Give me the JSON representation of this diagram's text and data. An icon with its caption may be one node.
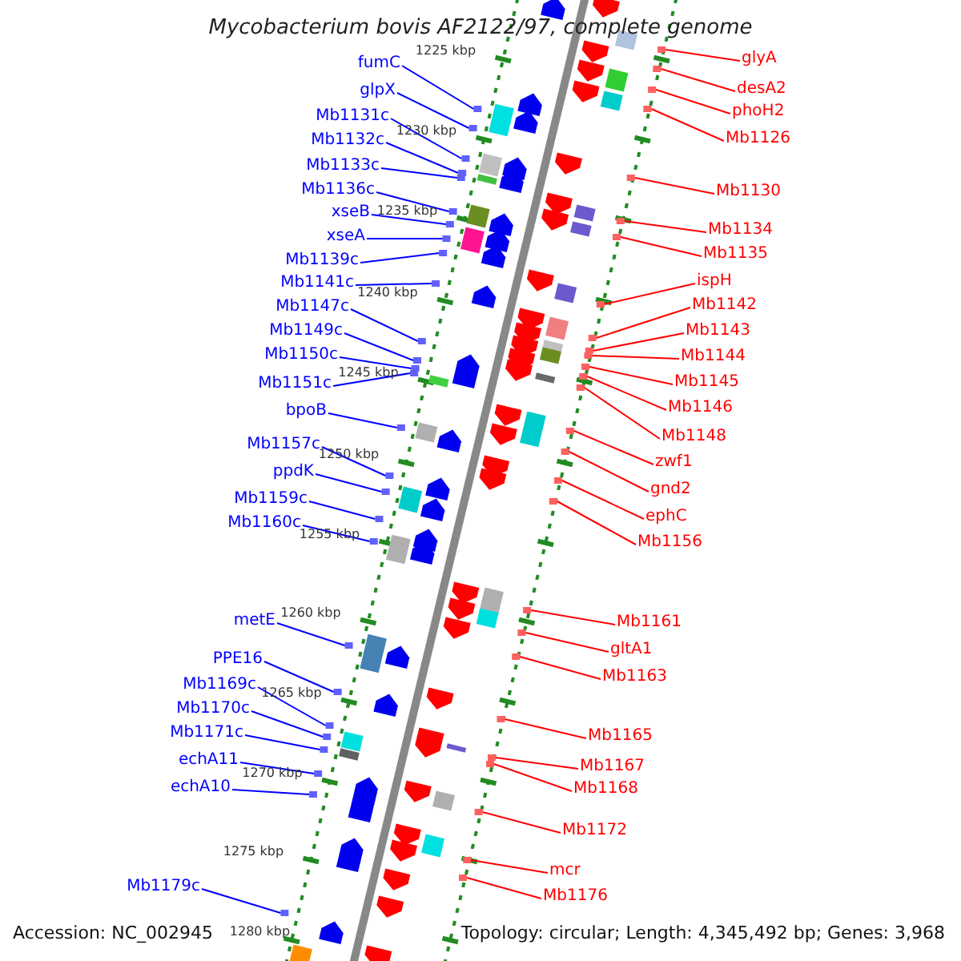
{
  "diagram": {
    "title": "Mycobacterium bovis AF2122/97, complete genome",
    "nodes": [
      {
        "text": [
          "fumC"
        ]
      },
      {
        "text": [
          "glpX"
        ]
      },
      {
        "text": [
          "Mb1131c"
        ]
      },
      {
        "text": [
          "Mb1132c"
        ]
      },
      {
        "text": [
          "Mb1133c"
        ]
      },
      {
        "text": [
          "Mb1136c"
        ]
      },
      {
        "text": [
          "xseB"
        ]
      },
      {
        "text": [
          "xseA"
        ]
      },
      {
        "text": [
          "Mb1139c"
        ]
      },
      {
        "text": [
          "Mb1141c"
        ]
      },
      {
        "text": [
          "Mb1147c"
        ]
      },
      {
        "text": [
          "Mb1149c"
        ]
      },
      {
        "text": [
          "Mb1150c"
        ]
      },
      {
        "text": [
          "Mb1151c"
        ]
      },
      {
        "text": [
          "bpoB"
        ]
      },
      {
        "text": [
          "Mb1157c"
        ]
      },
      {
        "text": [
          "ppdK"
        ]
      },
      {
        "text": [
          "Mb1159c"
        ]
      },
      {
        "text": [
          "Mb1160c"
        ]
      },
      {
        "text": [
          "metE"
        ]
      },
      {
        "text": [
          "PPE16"
        ]
      },
      {
        "text": [
          "Mb1169c"
        ]
      },
      {
        "text": [
          "Mb1170c"
        ]
      },
      {
        "text": [
          "Mb1171c"
        ]
      },
      {
        "text": [
          "echA11"
        ]
      },
      {
        "text": [
          "echA10"
        ]
      },
      {
        "text": [
          "Mb1179c"
        ]
      },
      {
        "text": [
          "glyA"
        ]
      },
      {
        "text": [
          "desA2"
        ]
      },
      {
        "text": [
          "phoH2"
        ]
      },
      {
        "text": [
          "Mb1126"
        ]
      },
      {
        "text": [
          "Mb1130"
        ]
      },
      {
        "text": [
          "Mb1134"
        ]
      },
      {
        "text": [
          "Mb1135"
        ]
      },
      {
        "text": [
          "ispH"
        ]
      },
      {
        "text": [
          "Mb1142"
        ]
      },
      {
        "text": [
          "Mb1143"
        ]
      },
      {
        "text": [
          "Mb1144"
        ]
      },
      {
        "text": [
          "Mb1145"
        ]
      },
      {
        "text": [
          "Mb1146"
        ]
      },
      {
        "text": [
          "Mb1148"
        ]
      },
      {
        "text": [
          "zwf1"
        ]
      },
      {
        "text": [
          "gnd2"
        ]
      },
      {
        "text": [
          "ephC"
        ]
      },
      {
        "text": [
          "Mb1156"
        ]
      },
      {
        "text": [
          "Mb1161"
        ]
      },
      {
        "text": [
          "gltA1"
        ]
      },
      {
        "text": [
          "Mb1163"
        ]
      },
      {
        "text": [
          "Mb1165"
        ]
      },
      {
        "text": [
          "Mb1167"
        ]
      },
      {
        "text": [
          "Mb1168"
        ]
      },
      {
        "text": [
          "Mb1172"
        ]
      },
      {
        "text": [
          "mcr"
        ]
      },
      {
        "text": [
          "Mb1176"
        ]
      },
      {
        "text": [],
        "shape": "bar"
      },
      {
        "text": [],
        "shape": "bar"
      },
      {
        "text": [],
        "shape": "bar"
      },
      {
        "text": [],
        "shape": "bar"
      },
      {
        "text": [],
        "shape": "bar"
      },
      {
        "text": [],
        "shape": "bar"
      },
      {
        "text": [],
        "shape": "bar"
      },
      {
        "text": [],
        "shape": "bar"
      },
      {
        "text": [],
        "shape": "bar"
      },
      {
        "text": [],
        "shape": "bar"
      },
      {
        "text": [],
        "shape": "bar"
      },
      {
        "text": [],
        "shape": "bar"
      },
      {
        "text": [],
        "shape": "bar"
      },
      {
        "text": [],
        "shape": "bar"
      },
      {
        "text": [],
        "shape": "bar"
      },
      {
        "text": [],
        "shape": "bar"
      },
      {
        "text": [],
        "shape": "bar"
      },
      {
        "text": [],
        "shape": "bar"
      },
      {
        "text": [],
        "shape": "bar"
      },
      {
        "text": [],
        "shape": "bar"
      },
      {
        "text": [],
        "shape": "bar"
      },
      {
        "text": [],
        "shape": "bar"
      },
      {
        "text": [],
        "shape": "bar"
      },
      {
        "text": [],
        "shape": "bar"
      },
      {
        "text": [],
        "shape": "bar"
      },
      {
        "text": [],
        "shape": "bar"
      },
      {
        "text": [],
        "shape": "bar"
      },
      {
        "text": [],
        "shape": "bar"
      },
      {
        "text": [],
        "shape": "bar"
      },
      {
        "text": [],
        "shape": "bar"
      },
      {
        "text": [],
        "shape": "bar"
      },
      {
        "text": [],
        "shape": "bar"
      },
      {
        "text": [],
        "shape": "bar"
      },
      {
        "text": [],
        "shape": "bar"
      },
      {
        "text": [],
        "shape": "bar"
      },
      {
        "text": [],
        "shape": "bar"
      },
      {
        "text": [],
        "shape": "bar"
      },
      {
        "text": [],
        "shape": "bar"
      },
      {
        "text": [],
        "shape": "bar"
      },
      {
        "text": [],
        "shape": "bar"
      },
      {
        "text": [],
        "shape": "bar"
      },
      {
        "text": [],
        "shape": "bar"
      },
      {
        "text": [],
        "shape": "bar"
      },
      {
        "text": [],
        "shape": "bar"
      },
      {
        "text": [],
        "shape": "bar"
      },
      {
        "text": [],
        "shape": "bar"
      },
      {
        "text": [],
        "shape": "bar"
      },
      {
        "text": [],
        "shape": "bar"
      },
      {
        "text": [],
        "shape": "bar"
      },
      {
        "text": [],
        "shape": "bar"
      },
      {
        "text": [],
        "shape": "bar"
      },
      {
        "text": [],
        "shape": "bar"
      },
      {
        "text": [],
        "shape": "bar"
      },
      {
        "text": [],
        "shape": "bar"
      }
    ],
    "edges": [
      {
        "from": 0,
        "to": 54,
        "arrow": "none"
      },
      {
        "from": 1,
        "to": 55,
        "arrow": "none"
      },
      {
        "from": 2,
        "to": 56,
        "arrow": "none"
      },
      {
        "from": 3,
        "to": 57,
        "arrow": "none"
      },
      {
        "from": 4,
        "to": 58,
        "arrow": "none"
      },
      {
        "from": 5,
        "to": 59,
        "arrow": "none"
      },
      {
        "from": 6,
        "to": 60,
        "arrow": "none"
      },
      {
        "from": 7,
        "to": 61,
        "arrow": "none"
      },
      {
        "from": 8,
        "to": 62,
        "arrow": "none"
      },
      {
        "from": 9,
        "to": 63,
        "arrow": "none"
      },
      {
        "from": 10,
        "to": 64,
        "arrow": "none"
      },
      {
        "from": 11,
        "to": 65,
        "arrow": "none"
      },
      {
        "from": 12,
        "to": 66,
        "arrow": "none"
      },
      {
        "from": 13,
        "to": 67,
        "arrow": "none"
      },
      {
        "from": 14,
        "to": 68,
        "arrow": "none"
      },
      {
        "from": 15,
        "to": 69,
        "arrow": "none"
      },
      {
        "from": 16,
        "to": 70,
        "arrow": "none"
      },
      {
        "from": 17,
        "to": 71,
        "arrow": "none"
      },
      {
        "from": 18,
        "to": 72,
        "arrow": "none"
      },
      {
        "from": 19,
        "to": 73,
        "arrow": "none"
      },
      {
        "from": 20,
        "to": 74,
        "arrow": "none"
      },
      {
        "from": 21,
        "to": 75,
        "arrow": "none"
      },
      {
        "from": 22,
        "to": 76,
        "arrow": "none"
      },
      {
        "from": 23,
        "to": 77,
        "arrow": "none"
      },
      {
        "from": 24,
        "to": 78,
        "arrow": "none"
      },
      {
        "from": 25,
        "to": 79,
        "arrow": "none"
      },
      {
        "from": 26,
        "to": 80,
        "arrow": "none"
      },
      {
        "from": 27,
        "to": 81,
        "arrow": "none",
        "color": "#ff0000"
      },
      {
        "from": 28,
        "to": 82,
        "arrow": "none",
        "color": "#ff0000"
      },
      {
        "from": 29,
        "to": 83,
        "arrow": "none",
        "color": "#ff0000"
      },
      {
        "from": 30,
        "to": 84,
        "arrow": "none",
        "color": "#ff0000"
      },
      {
        "from": 31,
        "to": 85,
        "arrow": "none",
        "color": "#ff0000"
      },
      {
        "from": 32,
        "to": 86,
        "arrow": "none",
        "color": "#ff0000"
      },
      {
        "from": 33,
        "to": 87,
        "arrow": "none",
        "color": "#ff0000"
      },
      {
        "from": 34,
        "to": 88,
        "arrow": "none",
        "color": "#ff0000"
      },
      {
        "from": 35,
        "to": 89,
        "arrow": "none",
        "color": "#ff0000"
      },
      {
        "from": 36,
        "to": 90,
        "arrow": "none",
        "color": "#ff0000"
      },
      {
        "from": 37,
        "to": 91,
        "arrow": "none",
        "color": "#ff0000"
      },
      {
        "from": 38,
        "to": 92,
        "arrow": "none",
        "color": "#ff0000"
      },
      {
        "from": 39,
        "to": 93,
        "arrow": "none",
        "color": "#ff0000"
      },
      {
        "from": 40,
        "to": 94,
        "arrow": "none",
        "color": "#ff0000"
      },
      {
        "from": 41,
        "to": 95,
        "arrow": "none",
        "color": "#ff0000"
      },
      {
        "from": 42,
        "to": 96,
        "arrow": "none",
        "color": "#ff0000"
      },
      {
        "from": 43,
        "to": 97,
        "arrow": "none",
        "color": "#ff0000"
      },
      {
        "from": 44,
        "to": 98,
        "arrow": "none",
        "color": "#ff0000"
      },
      {
        "from": 45,
        "to": 99,
        "arrow": "none",
        "color": "#ff0000"
      },
      {
        "from": 46,
        "to": 100,
        "arrow": "none",
        "color": "#ff0000"
      },
      {
        "from": 47,
        "to": 101,
        "arrow": "none",
        "color": "#ff0000"
      },
      {
        "from": 48,
        "to": 102,
        "arrow": "none",
        "color": "#ff0000"
      },
      {
        "from": 49,
        "to": 103,
        "arrow": "none",
        "color": "#ff0000"
      },
      {
        "from": 50,
        "to": 104,
        "arrow": "none",
        "color": "#ff0000"
      },
      {
        "from": 51,
        "to": 105,
        "arrow": "none",
        "color": "#ff0000"
      },
      {
        "from": 52,
        "to": 106,
        "arrow": "none",
        "color": "#ff0000"
      },
      {
        "from": 53,
        "to": 107,
        "arrow": "none",
        "color": "#ff0000"
      }
    ],
    "labels": [
      "1225 kbp",
      "1230 kbp",
      "1235 kbp",
      "1240 kbp",
      "1245 kbp",
      "1250 kbp",
      "1255 kbp",
      "1260 kbp",
      "1265 kbp",
      "1270 kbp",
      "1275 kbp",
      "1280 kbp",
      "Accession: NC_002945",
      "Topology: circular; Length: 4,345,492 bp; Genes: 3,968"
    ]
  }
}
